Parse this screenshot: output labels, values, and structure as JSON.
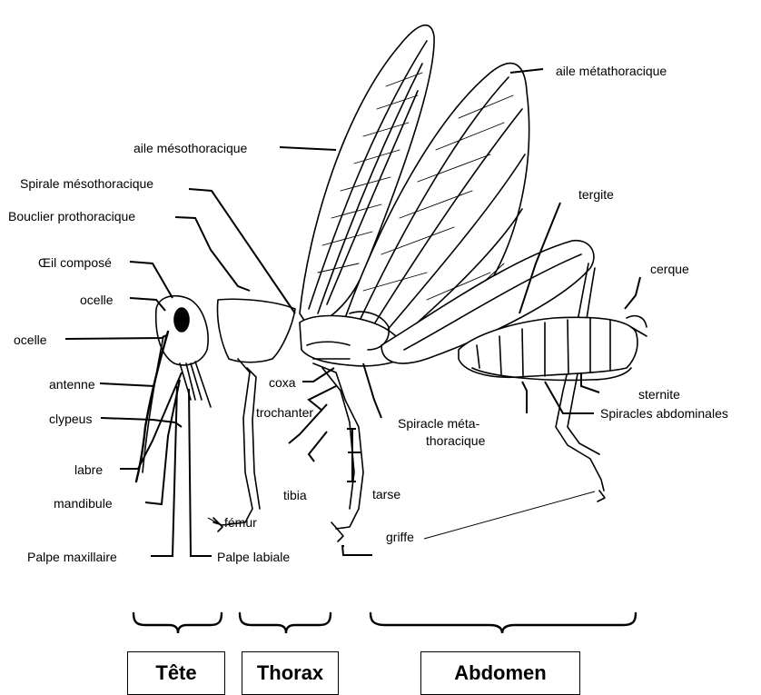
{
  "labels": {
    "aile_metathoracique": "aile métathoracique",
    "aile_mesothoracique": "aile mésothoracique",
    "spirale_mesothoracique": "Spirale mésothoracique",
    "bouclier_prothoracique": "Bouclier prothoracique",
    "oeil_compose": "Œil composé",
    "ocelle_top": "ocelle",
    "ocelle_left": "ocelle",
    "antenne": "antenne",
    "clypeus": "clypeus",
    "labre": "labre",
    "mandibule": "mandibule",
    "palpe_maxillaire": "Palpe maxillaire",
    "palpe_labiale": "Palpe labiale",
    "coxa": "coxa",
    "trochanter": "trochanter",
    "femur": "fémur",
    "tibia": "tibia",
    "tarse": "tarse",
    "griffe": "griffe",
    "spiracle_metathoracique_1": "Spiracle méta-",
    "spiracle_metathoracique_2": "thoracique",
    "tergite": "tergite",
    "cerque": "cerque",
    "sternite": "sternite",
    "spiracles_abdominales": "Spiracles abdominales"
  },
  "sections": {
    "tete": "Tête",
    "thorax": "Thorax",
    "abdomen": "Abdomen"
  }
}
